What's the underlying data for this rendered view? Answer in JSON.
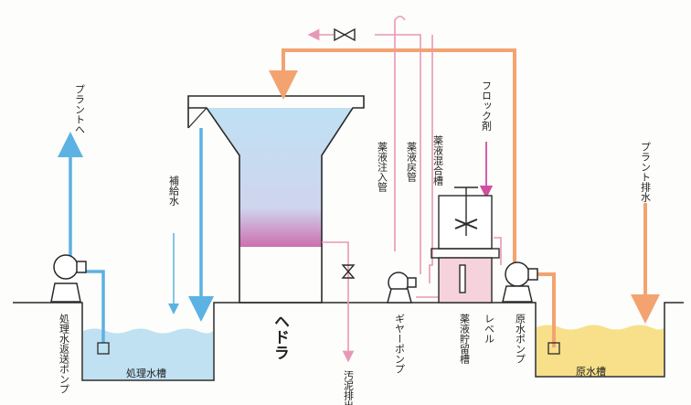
{
  "labels": {
    "plant_to": "プラントへ",
    "makeup_water": "補給水",
    "hedora": "ヘドラ",
    "chem_inject_pipe": "薬液注入管",
    "chem_return_pipe": "薬液戻管",
    "chem_mixing_tank": "薬液混合槽",
    "floc_agent": "フロック剤",
    "plant_drain": "プラント排水",
    "treated_return_pump": "処理水返送ポンプ",
    "treated_tank": "処理水槽",
    "gear_pump": "ギヤーポンプ",
    "level": "レベル",
    "chem_storage_tank": "薬液貯留槽",
    "raw_pump": "原水ポンプ",
    "raw_tank": "原水槽",
    "sludge_drain": "汚泥排出"
  },
  "colors": {
    "orange_pipe": "#f3a36f",
    "blue_pipe": "#5cb2e2",
    "pink_pipe": "#e898b6",
    "magenta_pipe": "#d04fa0",
    "treated_water": "#bfe1f2",
    "raw_water": "#f8e08a",
    "outline": "#2a2a2a"
  }
}
